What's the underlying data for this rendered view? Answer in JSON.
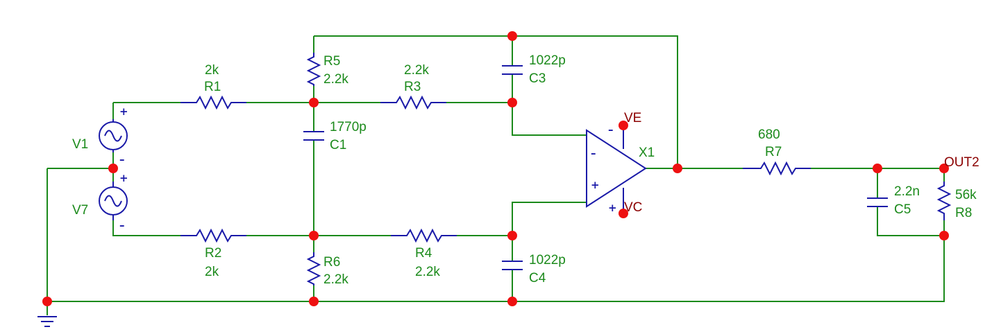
{
  "components": {
    "r1": {
      "ref": "R1",
      "value": "2k"
    },
    "r2": {
      "ref": "R2",
      "value": "2k"
    },
    "r3": {
      "ref": "R3",
      "value": "2.2k"
    },
    "r4": {
      "ref": "R4",
      "value": "2.2k"
    },
    "r5": {
      "ref": "R5",
      "value": "2.2k"
    },
    "r6": {
      "ref": "R6",
      "value": "2.2k"
    },
    "r7": {
      "ref": "R7",
      "value": "680"
    },
    "r8": {
      "ref": "R8",
      "value": "56k"
    },
    "c1": {
      "ref": "C1",
      "value": "1770p"
    },
    "c3": {
      "ref": "C3",
      "value": "1022p"
    },
    "c4": {
      "ref": "C4",
      "value": "1022p"
    },
    "c5": {
      "ref": "C5",
      "value": "2.2n"
    },
    "v1": {
      "ref": "V1"
    },
    "v7": {
      "ref": "V7"
    },
    "x1": {
      "ref": "X1"
    }
  },
  "nets": {
    "ve": "VE",
    "vc": "VC",
    "out": "OUT2"
  },
  "symbols": {
    "plus": "+",
    "minus": "–",
    "ac_source_icon": "sine-wave",
    "ground_icon": "ground"
  },
  "colors": {
    "wire": "#1b8a1b",
    "component": "#1a1aa8",
    "junction": "#ee1111",
    "net_label": "#8b0000"
  }
}
